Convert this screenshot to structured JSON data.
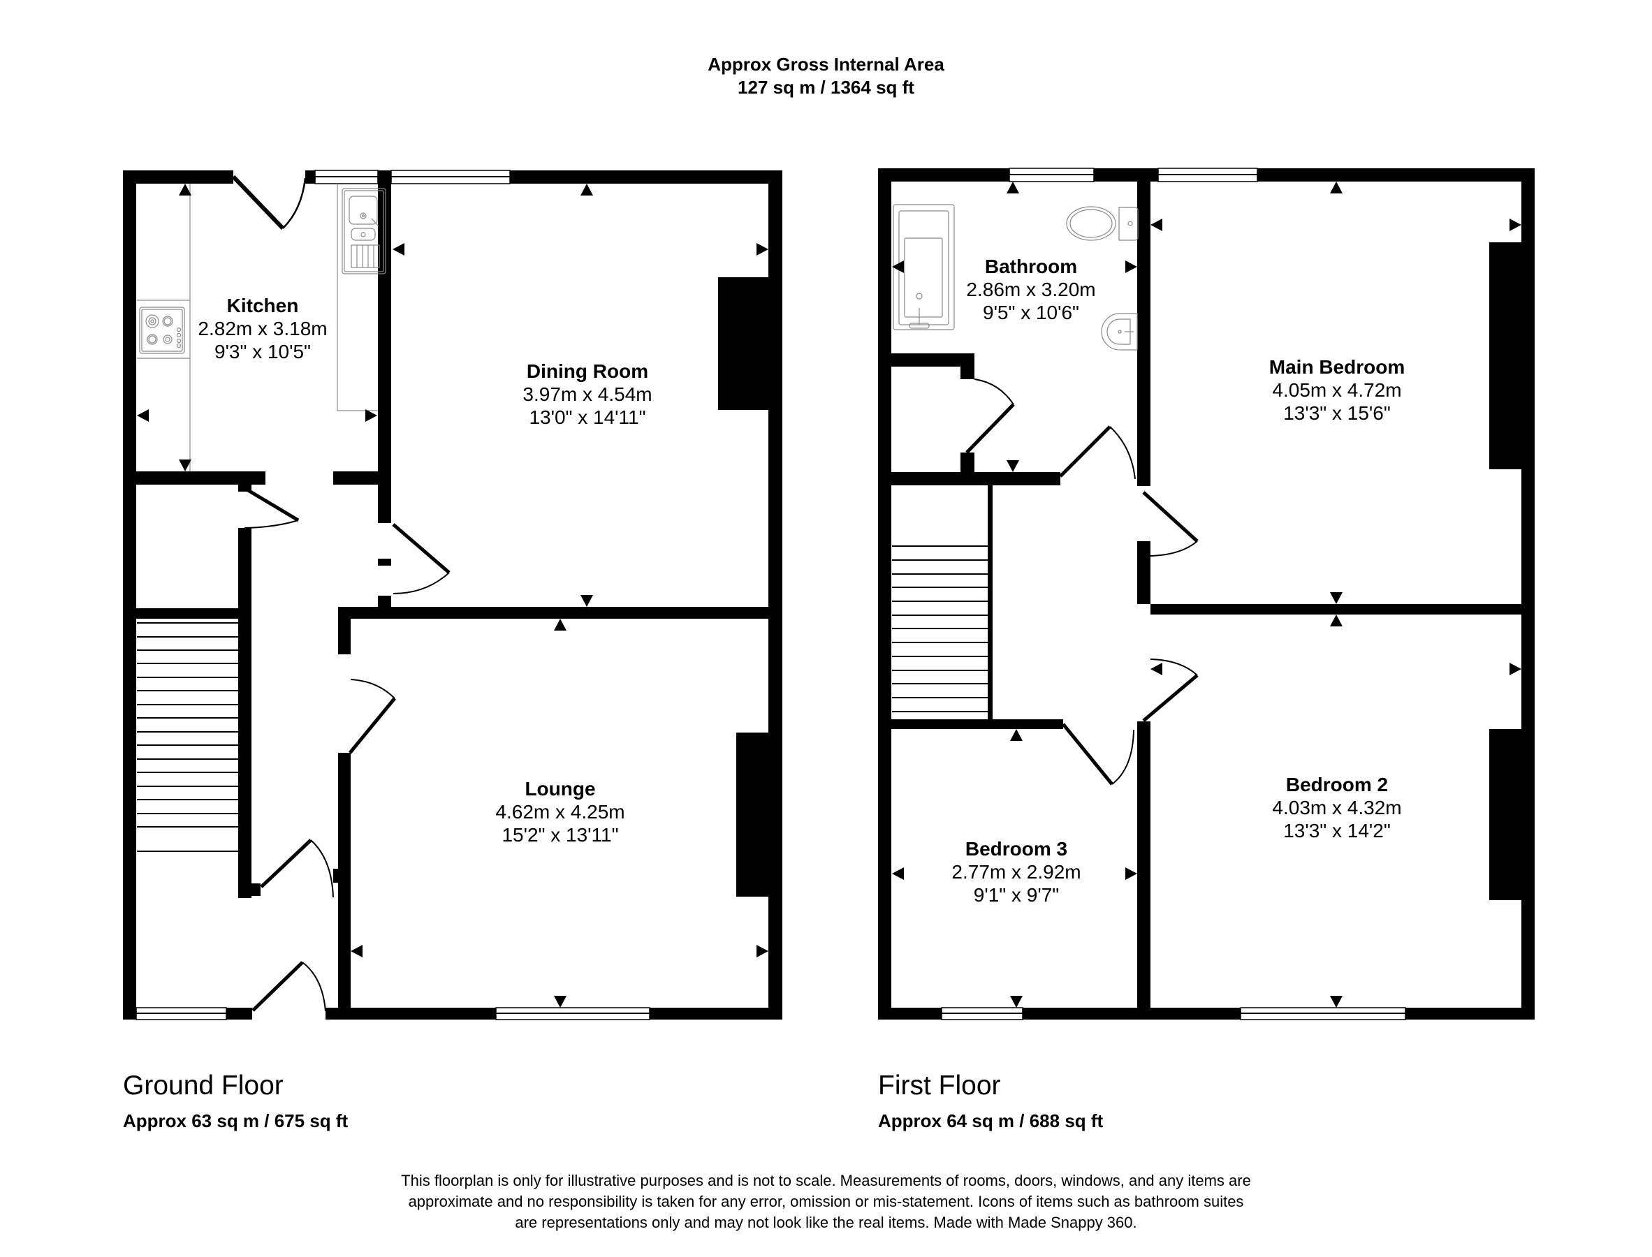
{
  "header": {
    "title": "Approx Gross Internal Area",
    "area": "127 sq m / 1364 sq ft"
  },
  "ground_floor": {
    "title": "Ground Floor",
    "area": "Approx 63 sq m / 675 sq ft",
    "rooms": [
      {
        "name": "Kitchen",
        "metric": "2.82m x 3.18m",
        "imperial": "9'3\" x 10'5\""
      },
      {
        "name": "Dining Room",
        "metric": "3.97m x 4.54m",
        "imperial": "13'0\" x 14'11\""
      },
      {
        "name": "Lounge",
        "metric": "4.62m x 4.25m",
        "imperial": "15'2\" x 13'11\""
      }
    ]
  },
  "first_floor": {
    "title": "First Floor",
    "area": "Approx 64 sq m / 688 sq ft",
    "rooms": [
      {
        "name": "Bathroom",
        "metric": "2.86m x 3.20m",
        "imperial": "9'5\" x 10'6\""
      },
      {
        "name": "Main Bedroom",
        "metric": "4.05m x 4.72m",
        "imperial": "13'3\" x 15'6\""
      },
      {
        "name": "Bedroom 2",
        "metric": "4.03m x 4.32m",
        "imperial": "13'3\" x 14'2\""
      },
      {
        "name": "Bedroom 3",
        "metric": "2.77m x 2.92m",
        "imperial": "9'1\" x 9'7\""
      }
    ]
  },
  "disclaimer": {
    "line1": "This floorplan is only for illustrative purposes and is not to scale. Measurements of rooms, doors, windows, and any items are",
    "line2": "approximate and no responsibility is taken for any error, omission or mis-statement. Icons of items such as bathroom suites",
    "line3": "are representations only and may not look like the real items. Made with Made Snappy 360."
  },
  "colors": {
    "wall": "#000000",
    "fixture": "#8a8a8a",
    "background": "#ffffff"
  }
}
